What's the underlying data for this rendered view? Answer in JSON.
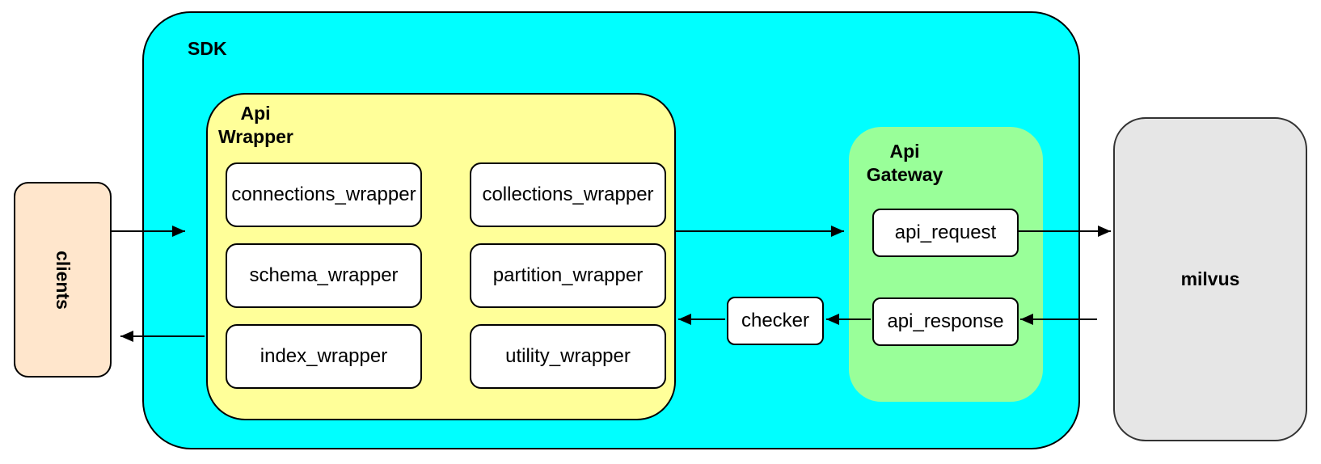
{
  "clients": {
    "label": "clients"
  },
  "sdk": {
    "label": "SDK"
  },
  "api_wrapper": {
    "label_line1": "Api",
    "label_line2": "Wrapper",
    "modules": [
      "connections_wrapper",
      "collections_wrapper",
      "schema_wrapper",
      "partition_wrapper",
      "index_wrapper",
      "utility_wrapper"
    ]
  },
  "checker": {
    "label": "checker"
  },
  "api_gateway": {
    "label_line1": "Api",
    "label_line2": "Gateway",
    "request_label": "api_request",
    "response_label": "api_response"
  },
  "milvus": {
    "label": "milvus"
  },
  "colors": {
    "sdk_fill": "#00FFFF",
    "api_wrapper_fill": "#FFFF99",
    "api_gateway_fill": "#99FF99",
    "clients_fill": "#FFE6CC",
    "milvus_fill": "#E6E6E6",
    "node_fill": "#FFFFFF",
    "stroke": "#000000",
    "milvus_stroke": "#333333"
  }
}
